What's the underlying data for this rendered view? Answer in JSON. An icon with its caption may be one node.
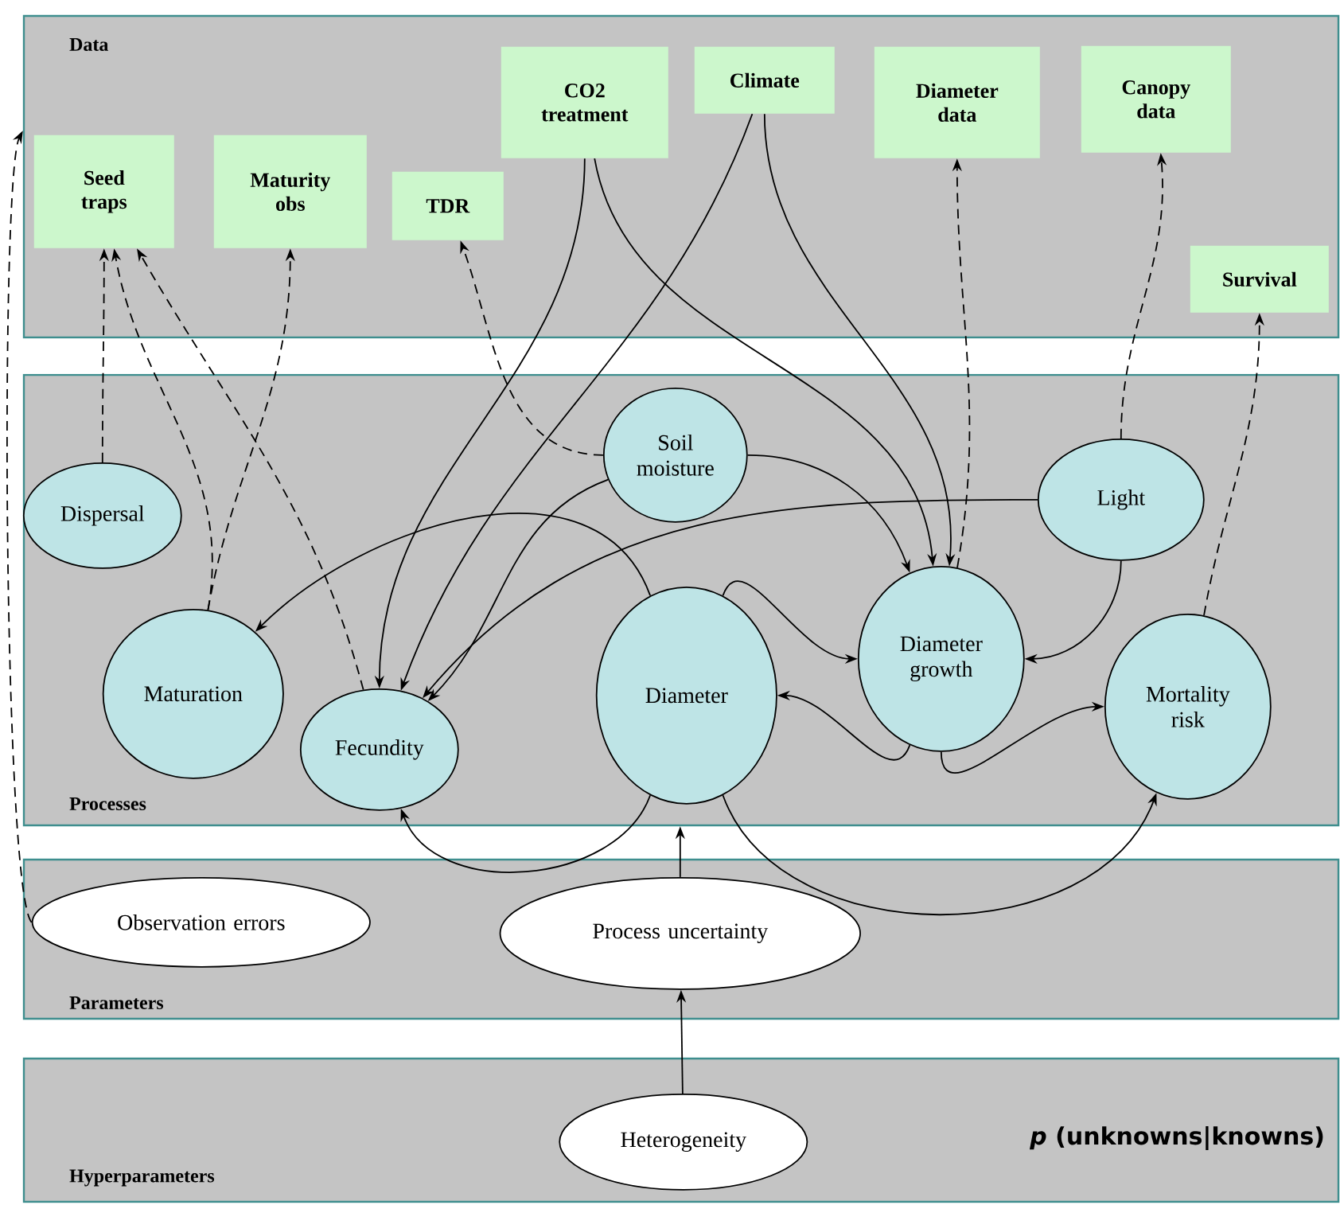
{
  "diagram": {
    "nodes": [
      {
        "text": [
          "Data"
        ]
      },
      {
        "text": [
          "Seed traps"
        ],
        "in": 0
      },
      {
        "text": [
          "Maturity obs"
        ],
        "in": 0
      },
      {
        "text": [
          "TDR"
        ],
        "in": 0
      },
      {
        "text": [
          "CO2 treatment"
        ],
        "in": 0
      },
      {
        "text": [
          "Climate"
        ],
        "in": 0
      },
      {
        "text": [
          "Diameter data"
        ],
        "in": 0
      },
      {
        "text": [
          "Canopy data"
        ],
        "in": 0
      },
      {
        "text": [
          "Survival"
        ],
        "in": 0
      },
      {
        "text": [
          "Processes"
        ]
      },
      {
        "text": [
          "Dispersal"
        ],
        "in": 9
      },
      {
        "text": [
          "Maturation"
        ],
        "in": 9
      },
      {
        "text": [
          "Fecundity"
        ],
        "in": 9
      },
      {
        "text": [
          "Soil moisture"
        ],
        "in": 9
      },
      {
        "text": [
          "Light"
        ],
        "in": 9
      },
      {
        "text": [
          "Diameter"
        ],
        "in": 9
      },
      {
        "text": [
          "Diameter growth"
        ],
        "in": 9
      },
      {
        "text": [
          "Mortality risk"
        ],
        "in": 9
      },
      {
        "text": [
          "Parameters"
        ]
      },
      {
        "text": [
          "Observation errors"
        ],
        "in": 18
      },
      {
        "text": [
          "Process uncertainty"
        ],
        "in": 18
      },
      {
        "text": [
          "Hyperparameters"
        ]
      },
      {
        "text": [
          "Heterogeneity"
        ],
        "in": 21
      }
    ],
    "edges": [
      {
        "from": 10,
        "to": 1,
        "arrow": "to",
        "style": "dashed"
      },
      {
        "from": 11,
        "to": 1,
        "arrow": "to",
        "style": "dashed"
      },
      {
        "from": 12,
        "to": 1,
        "arrow": "to",
        "style": "dashed"
      },
      {
        "from": 11,
        "to": 2,
        "arrow": "to",
        "style": "dashed"
      },
      {
        "from": 13,
        "to": 3,
        "arrow": "to",
        "style": "dashed"
      },
      {
        "from": 16,
        "to": 6,
        "arrow": "to",
        "style": "dashed"
      },
      {
        "from": 14,
        "to": 7,
        "arrow": "to",
        "style": "dashed"
      },
      {
        "from": 17,
        "to": 8,
        "arrow": "to",
        "style": "dashed"
      },
      {
        "from": 19,
        "to": 0,
        "arrow": "to",
        "style": "dashed"
      },
      {
        "from": 4,
        "to": 12,
        "arrow": "to"
      },
      {
        "from": 4,
        "to": 16,
        "arrow": "to"
      },
      {
        "from": 5,
        "to": 12,
        "arrow": "to"
      },
      {
        "from": 5,
        "to": 16,
        "arrow": "to"
      },
      {
        "from": 13,
        "to": 16,
        "arrow": "to"
      },
      {
        "from": 13,
        "to": 12,
        "arrow": "to"
      },
      {
        "from": 14,
        "to": 12,
        "arrow": "to"
      },
      {
        "from": 14,
        "to": 16,
        "arrow": "to"
      },
      {
        "from": 15,
        "to": 11,
        "arrow": "to"
      },
      {
        "from": 15,
        "to": 16,
        "arrow": "to"
      },
      {
        "from": 16,
        "to": 15,
        "arrow": "to"
      },
      {
        "from": 15,
        "to": 12,
        "arrow": "to"
      },
      {
        "from": 15,
        "to": 17,
        "arrow": "to"
      },
      {
        "from": 16,
        "to": 17,
        "arrow": "to"
      },
      {
        "from": 20,
        "to": 9,
        "arrow": "to"
      },
      {
        "from": 22,
        "to": 20,
        "arrow": "to"
      }
    ],
    "labels": [
      "*p* (unknowns|knowns)"
    ]
  }
}
